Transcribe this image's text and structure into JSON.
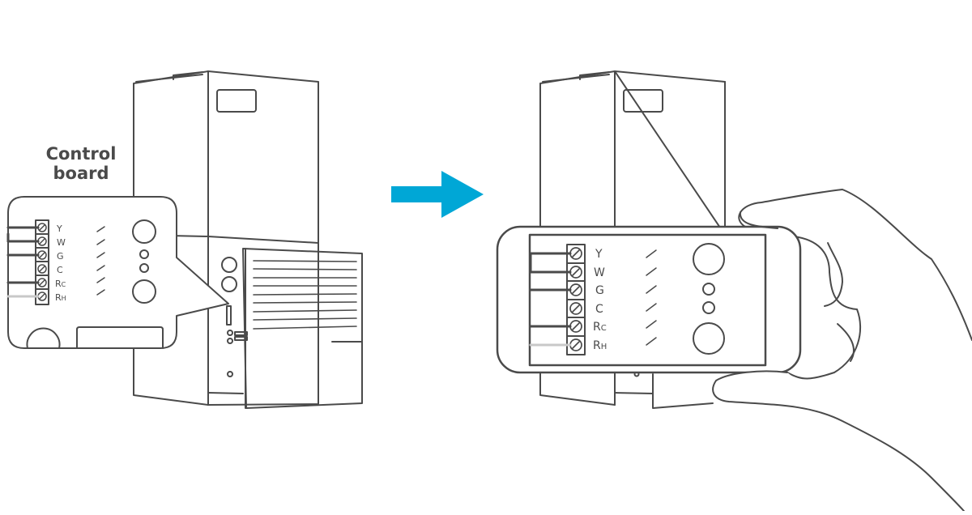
{
  "caption": {
    "line1": "Control",
    "line2": "board"
  },
  "terminals": [
    "Y",
    "W",
    "G",
    "C",
    "Rc",
    "RH"
  ],
  "terminal_labels_rendered": [
    {
      "main": "Y",
      "sub": ""
    },
    {
      "main": "W",
      "sub": ""
    },
    {
      "main": "G",
      "sub": ""
    },
    {
      "main": "C",
      "sub": ""
    },
    {
      "main": "R",
      "sub": "C"
    },
    {
      "main": "R",
      "sub": "H"
    }
  ],
  "colors": {
    "line": "#4a4a4a",
    "arrow": "#00a7d6",
    "wire_dark": "#4a4a4a",
    "wire_light": "#c8c8c8",
    "background": "#ffffff"
  },
  "icons": [
    "furnace-unit-icon",
    "control-board-callout-icon",
    "arrow-right-icon",
    "smartphone-icon",
    "hand-icon"
  ]
}
